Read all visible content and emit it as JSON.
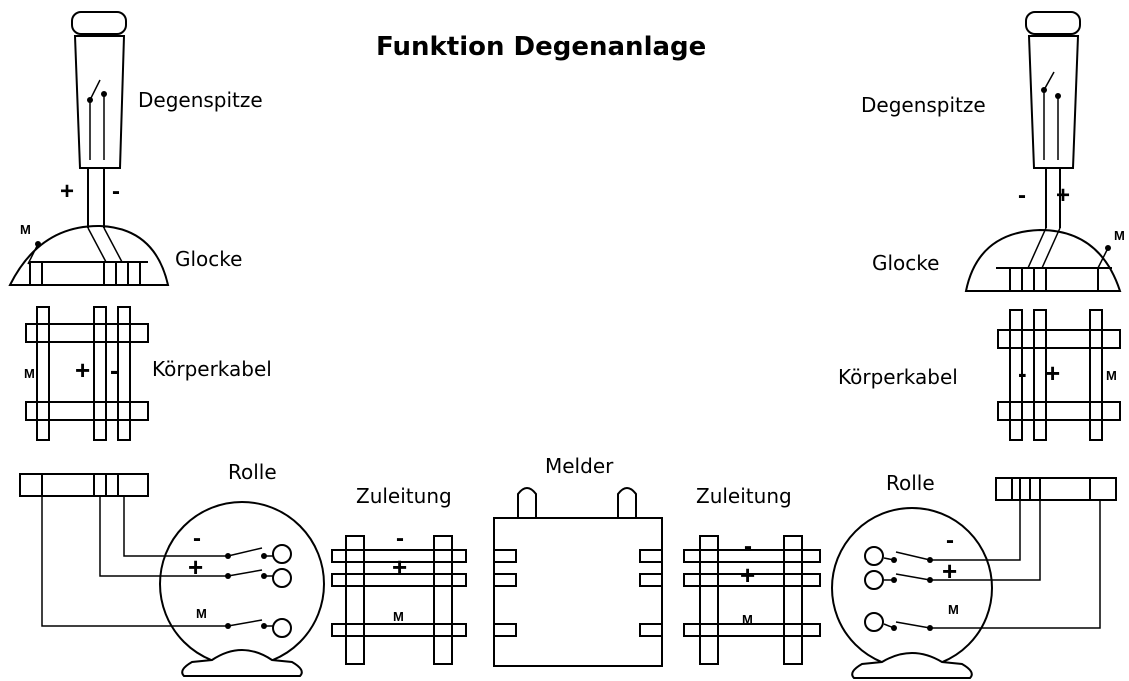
{
  "title": "Funktion Degenanlage",
  "labels": {
    "degenspitze_left": "Degenspitze",
    "degenspitze_right": "Degenspitze",
    "glocke_left": "Glocke",
    "glocke_right": "Glocke",
    "koerperkabel_left": "Körperkabel",
    "koerperkabel_right": "Körperkabel",
    "rolle_left": "Rolle",
    "rolle_right": "Rolle",
    "zuleitung_left": "Zuleitung",
    "zuleitung_right": "Zuleitung",
    "melder": "Melder"
  },
  "symbols": {
    "plus": "+",
    "minus": "-",
    "m": "M"
  }
}
